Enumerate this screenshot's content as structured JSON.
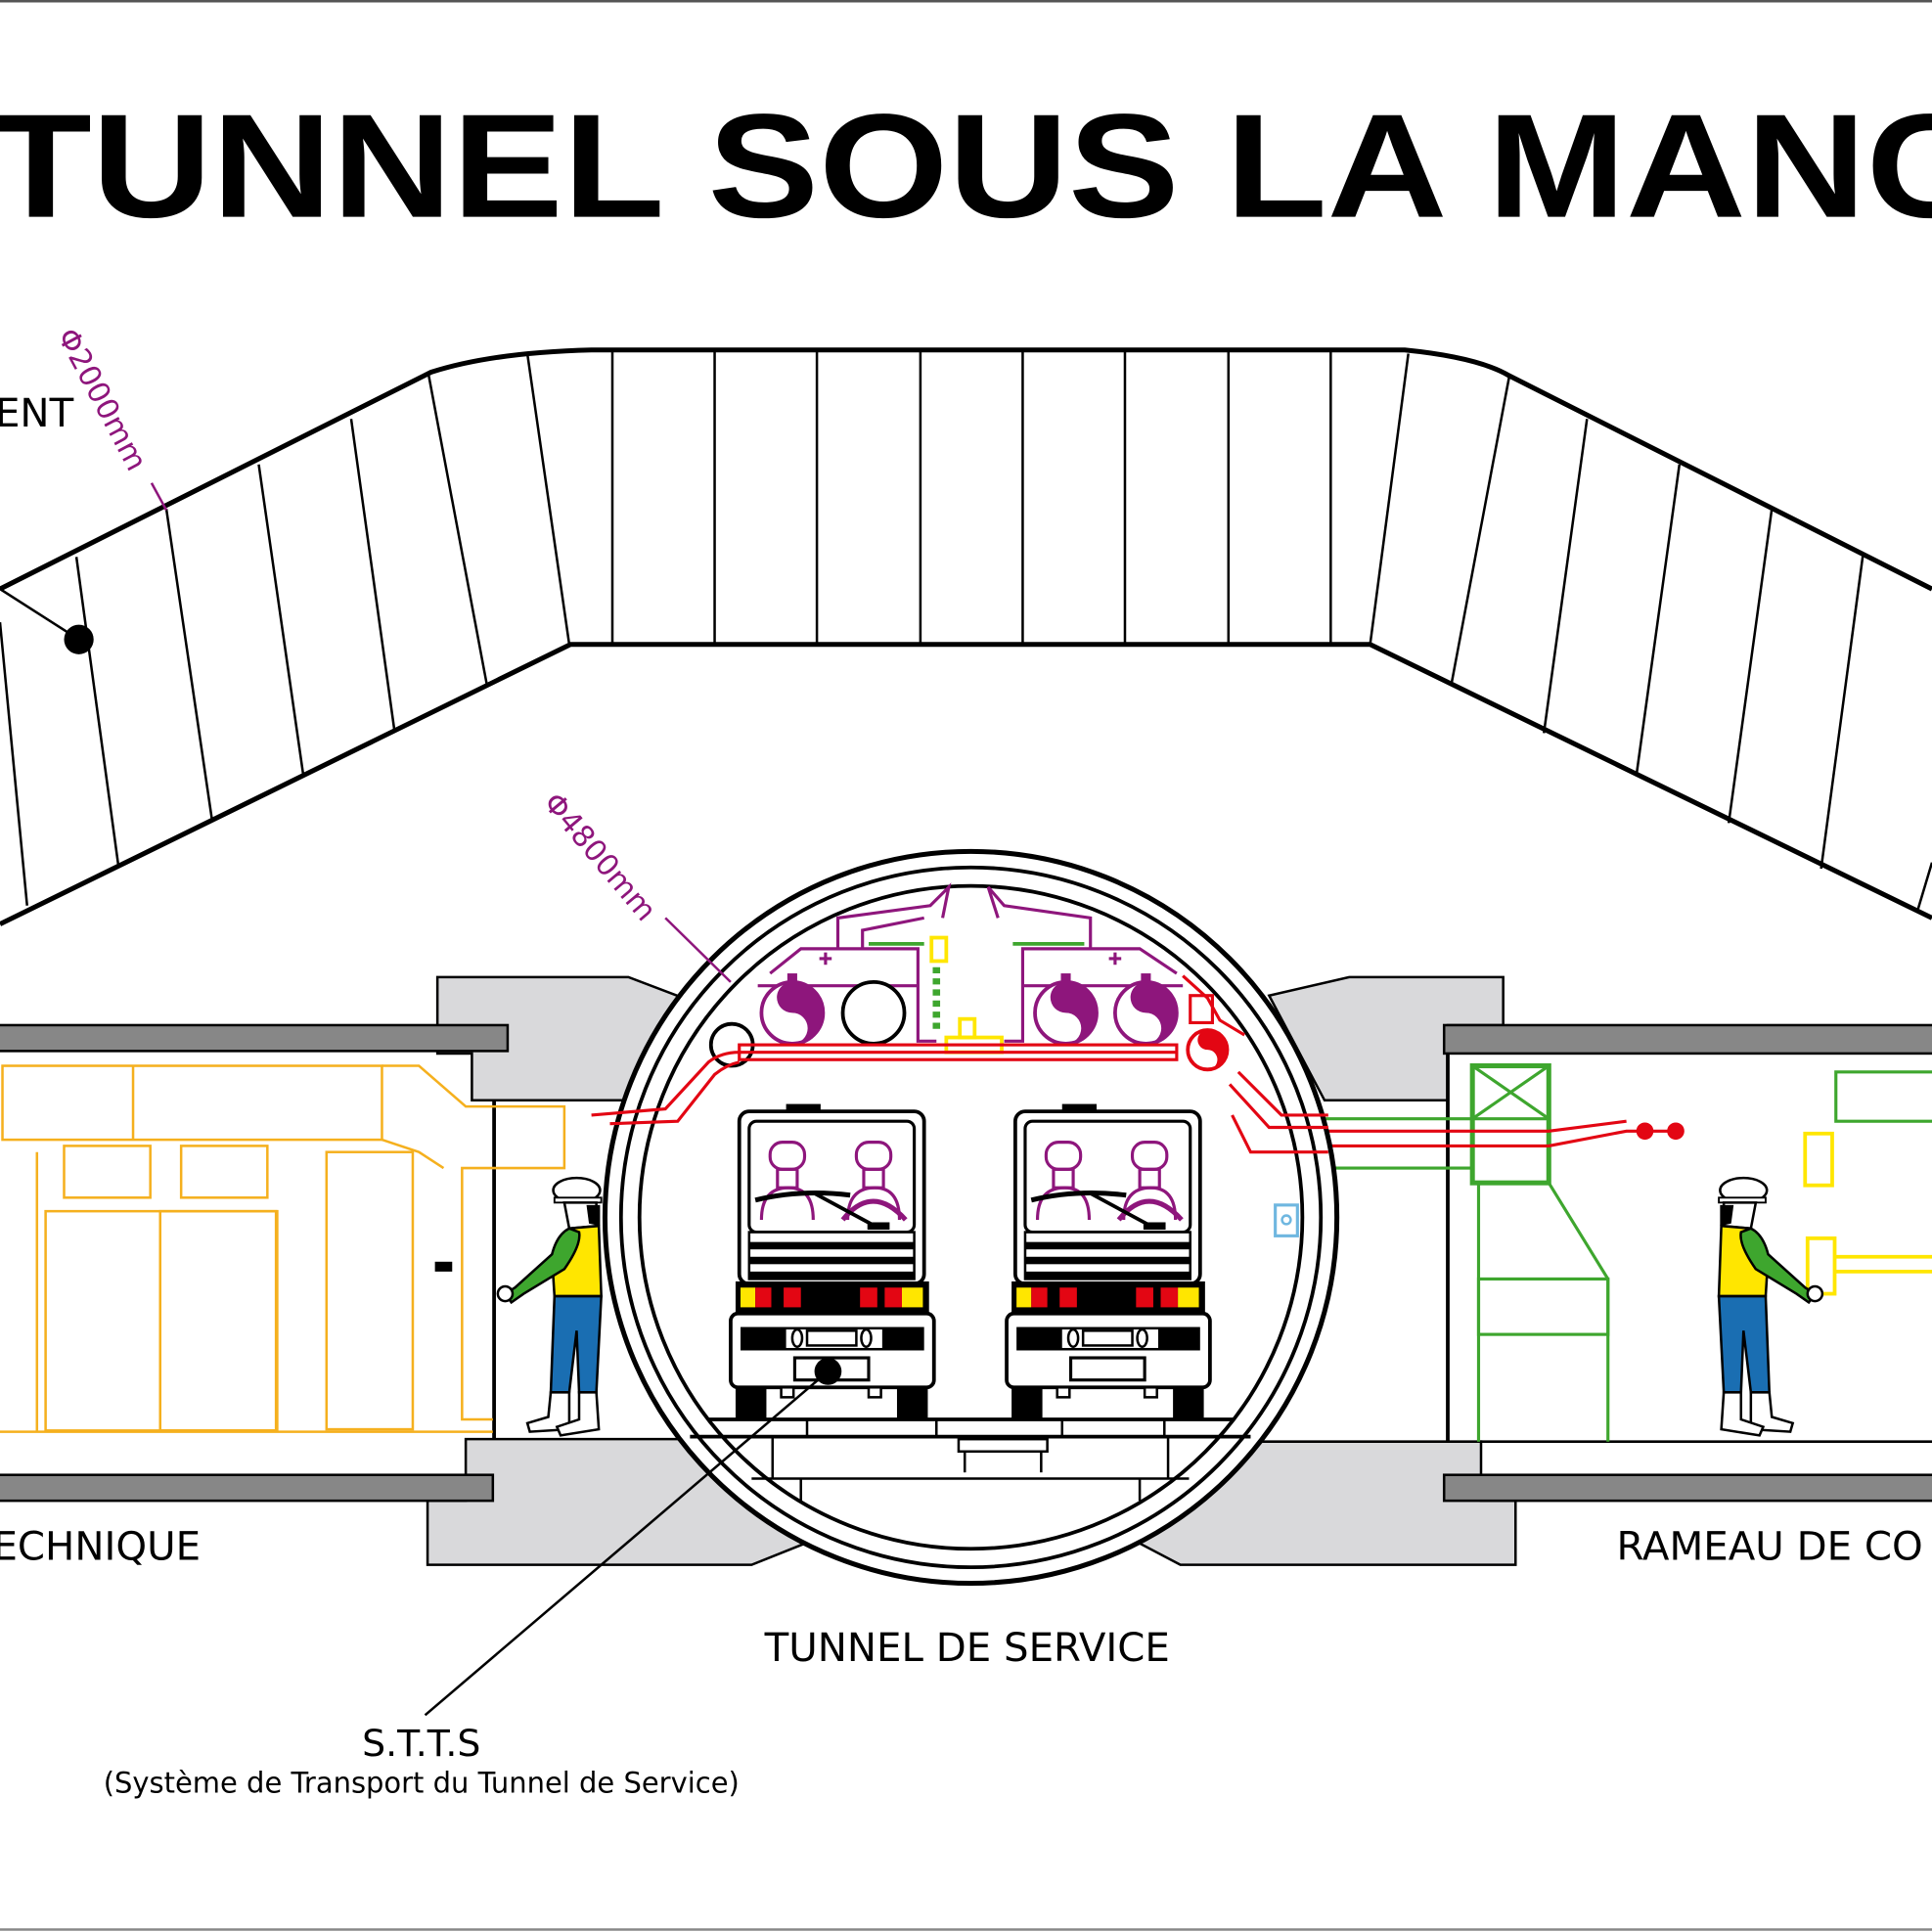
{
  "title": "TUNNEL SOUS LA MANC",
  "labels": {
    "upper_left": "ENT",
    "left_room": "ECHNIQUE",
    "right_room": "RAMEAU DE CO",
    "service_tunnel": "TUNNEL DE SERVICE",
    "stts": "S.T.T.S",
    "stts_full": "(Système de Transport du Tunnel de Service)"
  },
  "dimensions": {
    "upper_tunnel_diameter": "Φ2000mm",
    "service_tunnel_diameter": "Φ4800mm"
  },
  "colors": {
    "ventilation": "#8e167c",
    "electrical": "#e30613",
    "equipment_left": "#f5b01e",
    "equipment_right": "#3ea62e",
    "signal": "#ffe600",
    "concrete": "#d9d9db",
    "slab": "#878787"
  }
}
